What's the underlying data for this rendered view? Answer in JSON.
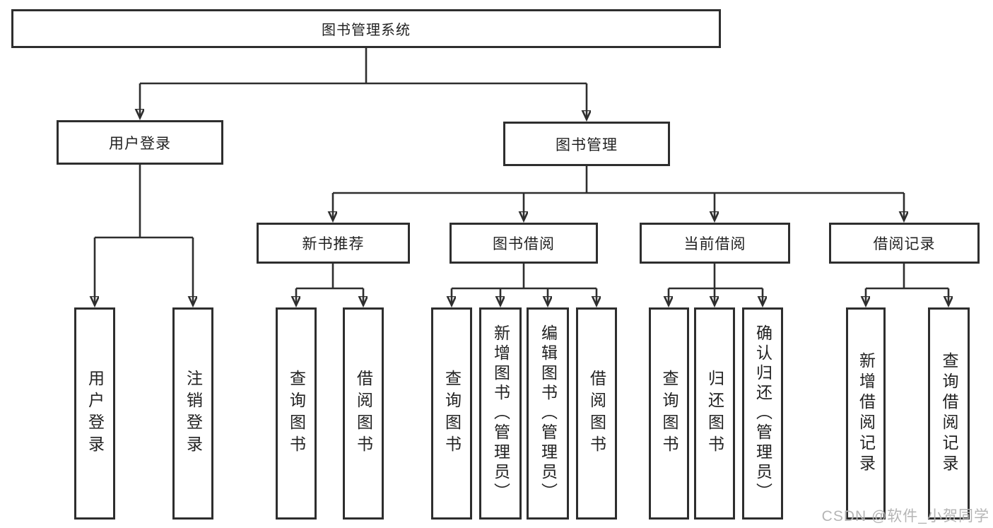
{
  "diagram": {
    "root": {
      "label": "图书管理系统"
    },
    "children": [
      {
        "label": "用户登录",
        "children": [
          "用户登录",
          "注销登录"
        ]
      },
      {
        "label": "图书管理",
        "children": [
          {
            "label": "新书推荐",
            "children": [
              "查询图书",
              "借阅图书"
            ]
          },
          {
            "label": "图书借阅",
            "children": [
              "查询图书",
              "新增图书（管理员）",
              "编辑图书（管理员）",
              "借阅图书"
            ]
          },
          {
            "label": "当前借阅",
            "children": [
              "查询图书",
              "归还图书",
              "确认归还（管理员）"
            ]
          },
          {
            "label": "借阅记录",
            "children": [
              "新增借阅记录",
              "查询借阅记录"
            ]
          }
        ]
      }
    ]
  },
  "watermark": {
    "text": "CSDN @软件_小贺同学"
  },
  "colors": {
    "line": "#2e2e2e",
    "box_border": "#2e2e2e",
    "text": "#222222",
    "watermark_text": "#b5b5b5",
    "background": "#ffffff"
  }
}
